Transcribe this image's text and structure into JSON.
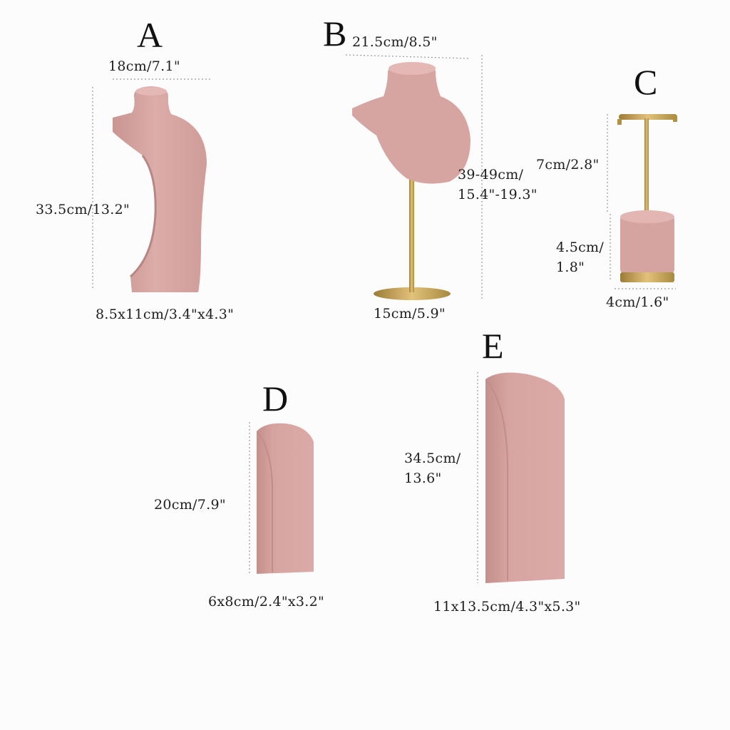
{
  "colors": {
    "velvet": "#d8a6a2",
    "velvet_shadow": "#b98683",
    "gold": "#caa652",
    "gold_dark": "#9c7c35",
    "guide": "#9a9a9a",
    "background": "#fdfcfc"
  },
  "products": [
    {
      "label": "A",
      "description": "pink velvet necklace bust display",
      "dims": {
        "top_width": "18cm/7.1\"",
        "height": "33.5cm/13.2\"",
        "base": "8.5x11cm/3.4\"x4.3\""
      }
    },
    {
      "label": "B",
      "description": "pink velvet bust on gold stand",
      "dims": {
        "shoulder_width": "21.5cm/8.5\"",
        "height_line1": "39-49cm/",
        "height_line2": "15.4\"-19.3\"",
        "base": "15cm/5.9\""
      }
    },
    {
      "label": "C",
      "description": "gold T-bar earring stand on velvet cylinder",
      "dims": {
        "bar_height": "7cm/2.8\"",
        "cylinder_height_line1": "4.5cm/",
        "cylinder_height_line2": "1.8\"",
        "diameter": "4cm/1.6\""
      }
    },
    {
      "label": "D",
      "description": "small pink velvet ring display block",
      "dims": {
        "height": "20cm/7.9\"",
        "base": "6x8cm/2.4\"x3.2\""
      }
    },
    {
      "label": "E",
      "description": "large pink velvet display block",
      "dims": {
        "height_line1": "34.5cm/",
        "height_line2": "13.6\"",
        "base": "11x13.5cm/4.3\"x5.3\""
      }
    }
  ]
}
